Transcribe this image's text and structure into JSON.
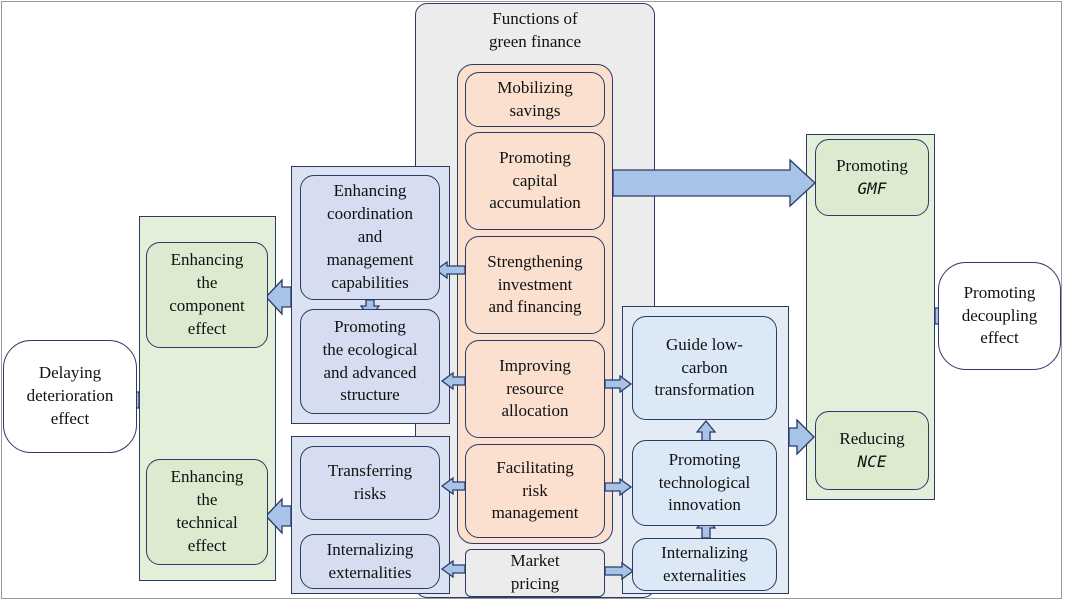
{
  "functions": {
    "title": "Functions of\ngreen finance",
    "items": [
      "Mobilizing\nsavings",
      "Promoting\ncapital\naccumulation",
      "Strengthening\ninvestment\nand financing",
      "Improving\nresource\nallocation",
      "Facilitating\nrisk\nmanagement"
    ],
    "market_pricing": "Market\npricing"
  },
  "left_mechanisms": {
    "coordination": "Enhancing\ncoordination\nand\nmanagement\ncapabilities",
    "structure": "Promoting\nthe ecological\nand advanced\nstructure",
    "transferring": "Transferring\nrisks",
    "internalizing": "Internalizing\nexternalities"
  },
  "right_mechanisms": {
    "guide": "Guide low-\ncarbon\ntransformation",
    "innovation": "Promoting\ntechnological\ninnovation",
    "internalizing": "Internalizing\nexternalities"
  },
  "effects": {
    "component": "Enhancing\nthe\ncomponent\neffect",
    "technical": "Enhancing\nthe\ntechnical\neffect",
    "delaying": "Delaying\ndeterioration\neffect",
    "promoting_gmf_prefix": "Promoting",
    "promoting_gmf_var": "GMF",
    "reducing_nce_prefix": "Reducing",
    "reducing_nce_var": "NCE",
    "decoupling": "Promoting\ndecoupling\neffect"
  },
  "colors": {
    "outline": "#2b3a67",
    "arrow_fill": "#a7c4e8",
    "peach": "#fbe0d0",
    "blue": "#d6ddf1",
    "green": "#dcebd0",
    "gray": "#ececec"
  }
}
